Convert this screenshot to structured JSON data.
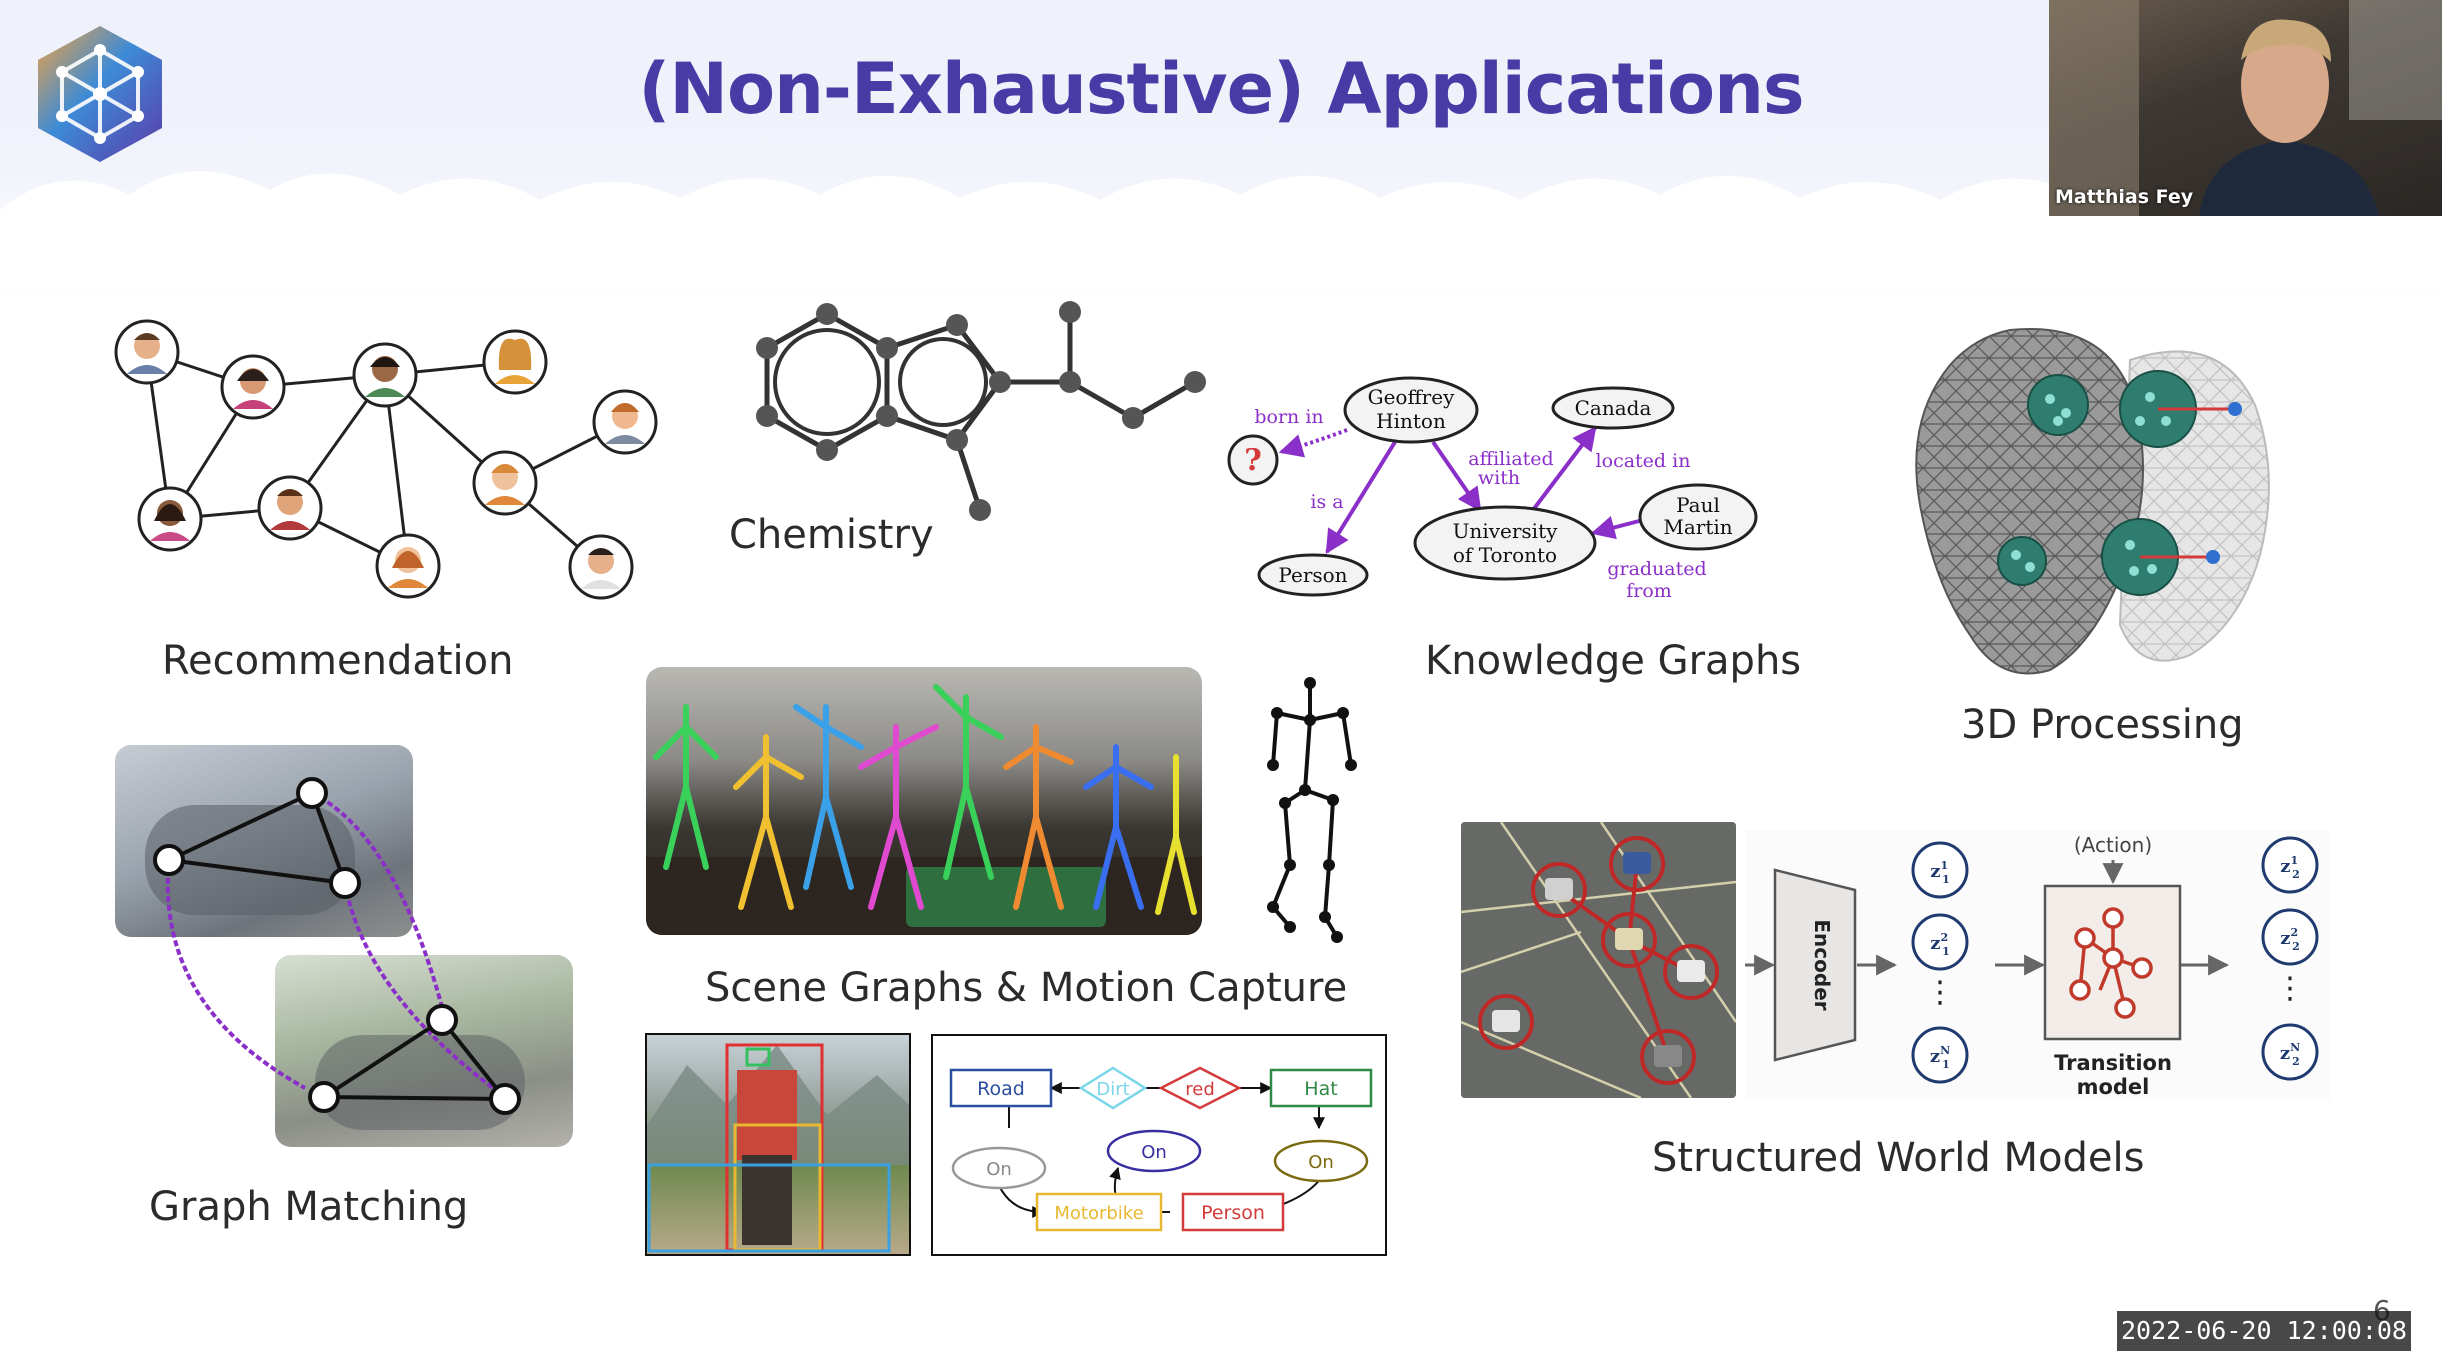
{
  "title": "(Non-Exhaustive) Applications",
  "captions": {
    "recommendation": "Recommendation",
    "chemistry": "Chemistry",
    "knowledge_graphs": "Knowledge Graphs",
    "processing_3d": "3D Processing",
    "graph_matching": "Graph Matching",
    "scene_graphs": "Scene Graphs & Motion Capture",
    "world_models": "Structured World Models"
  },
  "knowledge_graph": {
    "nodes": {
      "hinton_1": "Geoffrey",
      "hinton_2": "Hinton",
      "unknown": "?",
      "person": "Person",
      "toronto_1": "University",
      "toronto_2": "of Toronto",
      "canada": "Canada",
      "paul_1": "Paul",
      "paul_2": "Martin"
    },
    "edges": {
      "born_in": "born in",
      "is_a": "is a",
      "affiliated_1": "affiliated",
      "affiliated_2": "with",
      "located_in": "located in",
      "graduated_1": "graduated",
      "graduated_2": "from"
    }
  },
  "scene_graph": {
    "road": "Road",
    "dirt": "Dirt",
    "red": "red",
    "hat": "Hat",
    "on_left": "On",
    "on_mid": "On",
    "on_right": "On",
    "motorbike": "Motorbike",
    "person": "Person"
  },
  "world_model": {
    "encoder": "Encoder",
    "action": "(Action)",
    "transition_1": "Transition",
    "transition_2": "model",
    "dots": "⋮"
  },
  "webcam": {
    "name": "Matthias Fey"
  },
  "timestamp": "2022-06-20 12:00:08",
  "page_number": "6",
  "colors": {
    "title": "#4a3aa5",
    "kg_purple": "#8b2fc9",
    "scene_red": "#d43a3a"
  }
}
